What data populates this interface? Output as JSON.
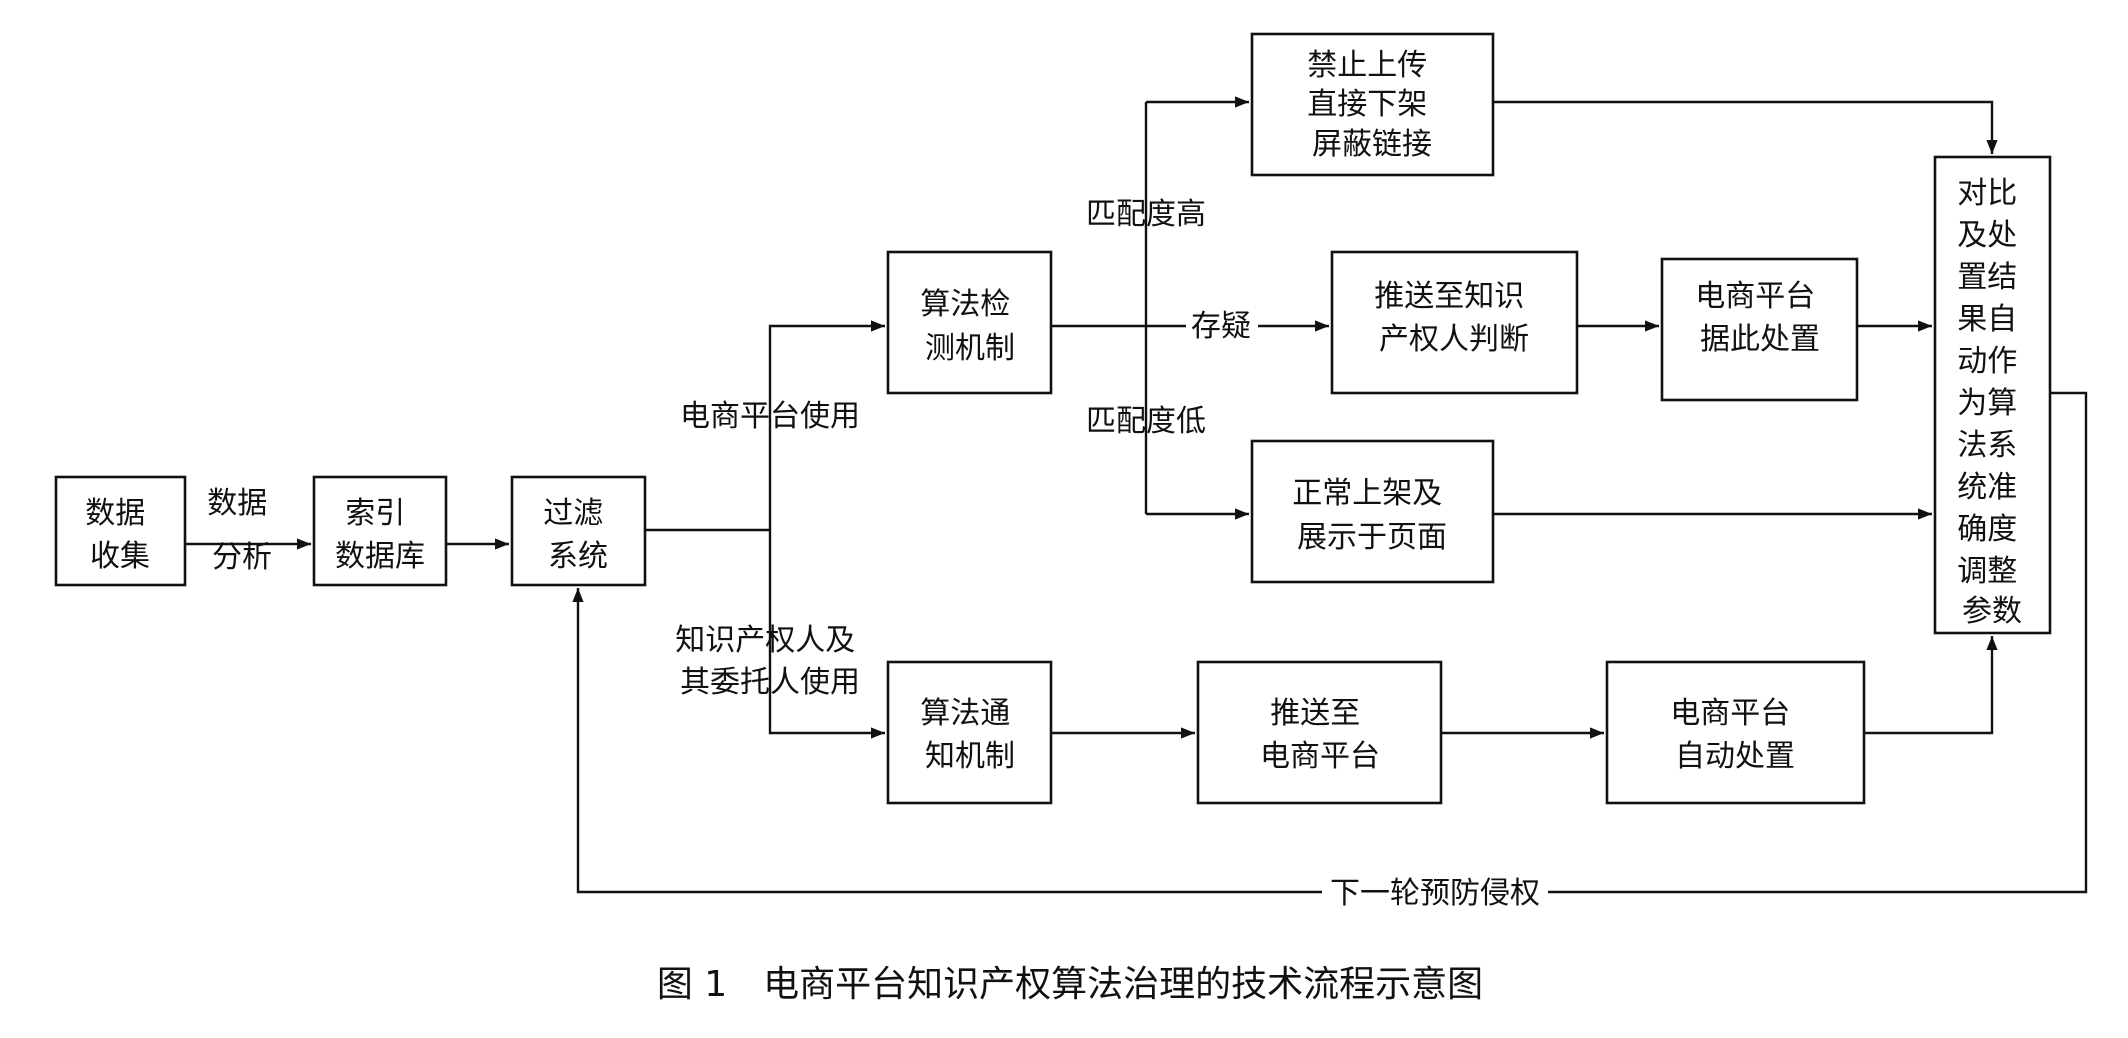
{
  "nodes": {
    "data_collect": [
      "数据",
      "收集"
    ],
    "index_db": [
      "索引",
      "数据库"
    ],
    "filter": [
      "过滤",
      "系统"
    ],
    "algo_detect": [
      "算法检",
      "测机制"
    ],
    "block": [
      "禁止上传",
      "直接下架",
      "屏蔽链接"
    ],
    "push_ip": [
      "推送至知识",
      "产权人判断"
    ],
    "platform_handle": [
      "电商平台",
      "据此处置"
    ],
    "normal_listing": [
      "正常上架及",
      "展示于页面"
    ],
    "compare_adjust": [
      "对比",
      "及处",
      "置结",
      "果自",
      "动作",
      "为算",
      "法系",
      "统准",
      "确度",
      "调整",
      "参数"
    ],
    "algo_notify": [
      "算法通",
      "知机制"
    ],
    "push_platform": [
      "推送至",
      "电商平台"
    ],
    "platform_auto": [
      "电商平台",
      "自动处置"
    ]
  },
  "edge_labels": {
    "data_analysis": [
      "数据",
      "分析"
    ],
    "platform_use": "电商平台使用",
    "ip_holder_use": [
      "知识产权人及",
      "其委托人使用"
    ],
    "match_high": "匹配度高",
    "suspicious": "存疑",
    "match_low": "匹配度低",
    "next_round": "下一轮预防侵权"
  },
  "caption": "图 1　电商平台知识产权算法治理的技术流程示意图"
}
